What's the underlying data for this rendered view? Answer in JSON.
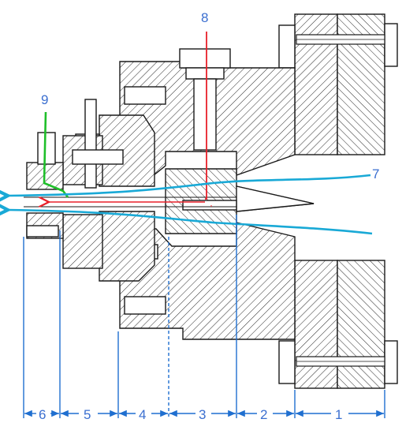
{
  "figure": {
    "callouts": [
      {
        "id": "label-8",
        "text": "8",
        "color": "#3b6fd0"
      },
      {
        "id": "label-9",
        "text": "9",
        "color": "#3b6fd0"
      },
      {
        "id": "label-7",
        "text": "7",
        "color": "#3b6fd0"
      }
    ],
    "section_numbers": [
      "6",
      "5",
      "4",
      "3",
      "2",
      "1"
    ],
    "colors": {
      "red_channel": "#e8202a",
      "green_channel": "#1fbf2a",
      "cyan_flow": "#19a9d6",
      "dimension_lines": "#1f6fd0",
      "label_blue": "#3b6fd0",
      "outline": "#1a1a1a"
    }
  }
}
